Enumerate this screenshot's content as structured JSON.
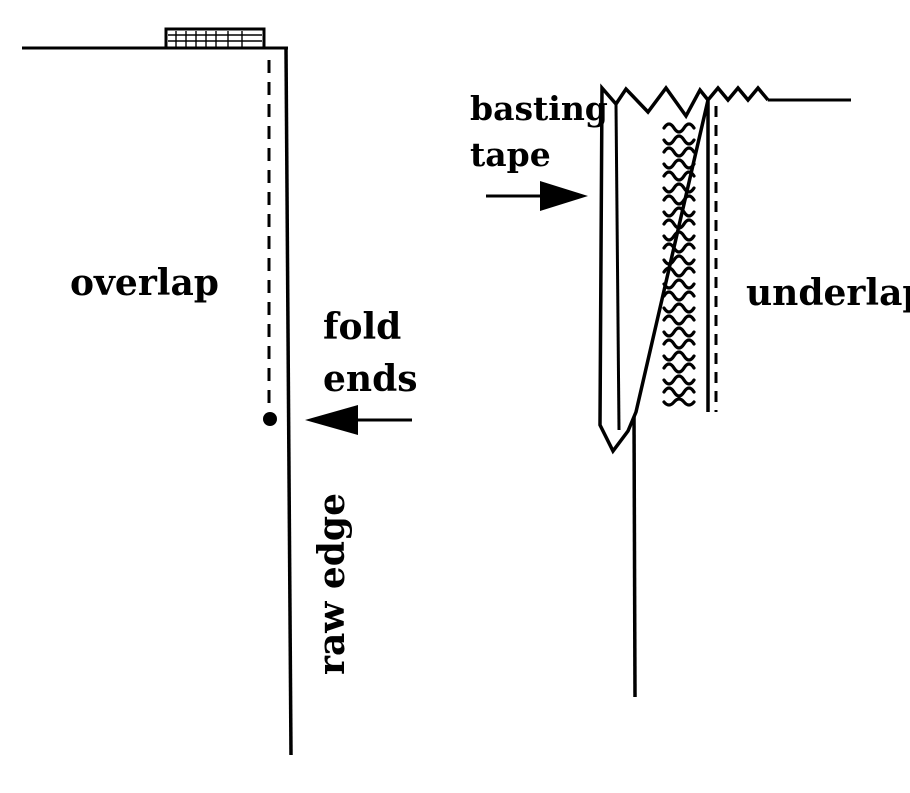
{
  "labels": {
    "overlap": "overlap",
    "fold_line1": "fold",
    "fold_line2": "ends",
    "raw_edge": "raw edge",
    "basting_line1": "basting",
    "basting_line2": "tape",
    "underlap": "underlap"
  },
  "colors": {
    "ink": "#000000",
    "paper": "#ffffff"
  },
  "icons": {
    "fold_arrow": "arrow-left-icon",
    "basting_arrow": "arrow-right-icon"
  }
}
